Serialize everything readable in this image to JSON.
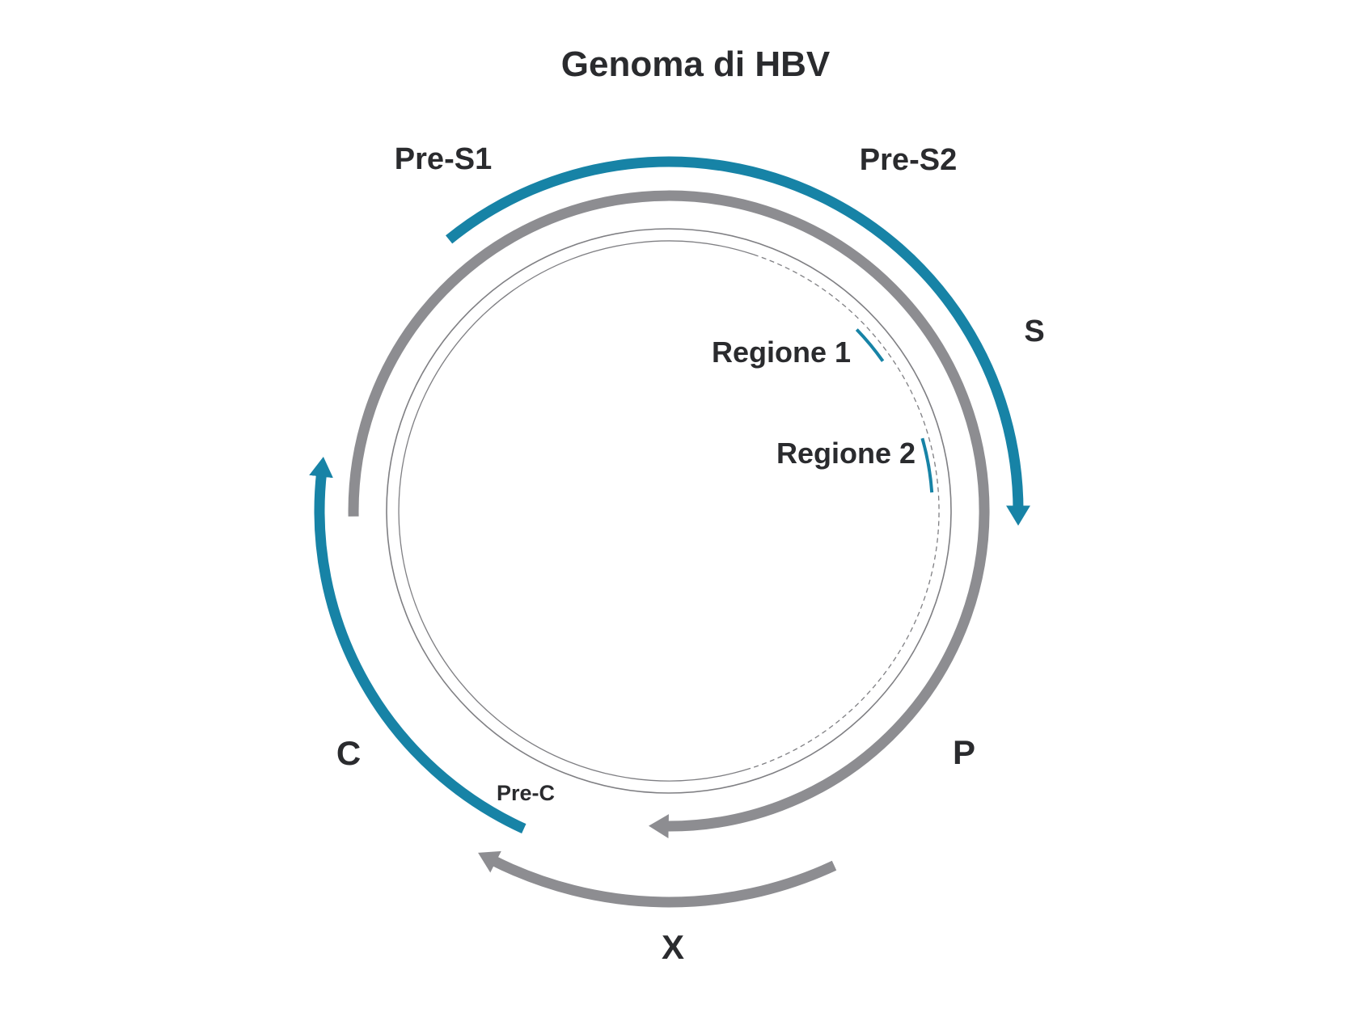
{
  "title": "Genoma di HBV",
  "colors": {
    "teal": "#1783A6",
    "gray": "#8D8D91",
    "thin_line": "#7F7F83",
    "text": "#2A2B2E"
  },
  "labels": {
    "pre_s1": "Pre-S1",
    "pre_s2": "Pre-S2",
    "s": "S",
    "p": "P",
    "x": "X",
    "c": "C",
    "pre_c": "Pre-C"
  },
  "regions": {
    "regione1": "Regione 1",
    "regione2": "Regione 2"
  }
}
